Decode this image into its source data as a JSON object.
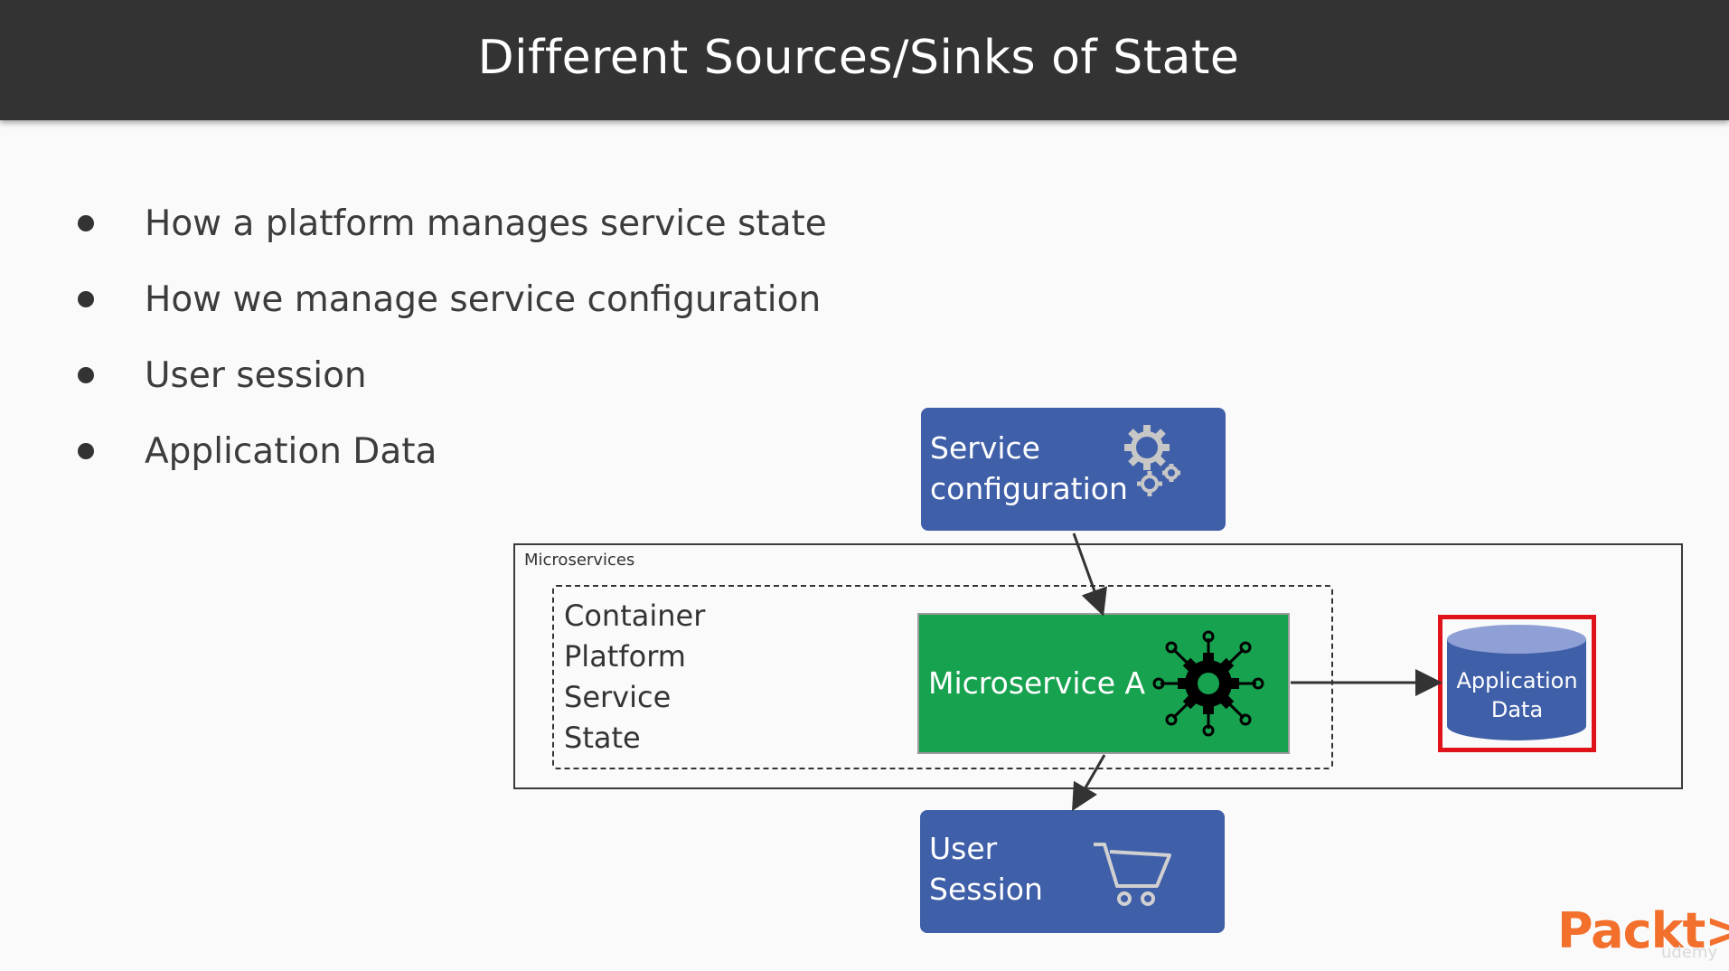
{
  "slide": {
    "title": "Different Sources/Sinks of State",
    "bullets": [
      "How a platform manages service state",
      "How we manage service configuration",
      "User session",
      "Application Data"
    ]
  },
  "diagram": {
    "service_config": {
      "line1": "Service",
      "line2": "configuration",
      "icon": "gears-icon"
    },
    "microservices_label": "Microservices",
    "container": {
      "line1": "Container",
      "line2": "Platform",
      "line3": "Service",
      "line4": "State"
    },
    "microservice_a": {
      "label": "Microservice A",
      "icon": "network-gear-icon"
    },
    "application_data": {
      "line1": "Application",
      "line2": "Data",
      "icon": "database-icon"
    },
    "user_session": {
      "line1": "User",
      "line2": "Session",
      "icon": "shopping-cart-icon"
    }
  },
  "colors": {
    "header": "#333333",
    "blue_box": "#3f5fa8",
    "green_box": "#17a24f",
    "highlight_red": "#e0131a",
    "logo_orange": "#f26f2c"
  },
  "branding": {
    "logo": "Packt>",
    "watermark": "udemy"
  }
}
